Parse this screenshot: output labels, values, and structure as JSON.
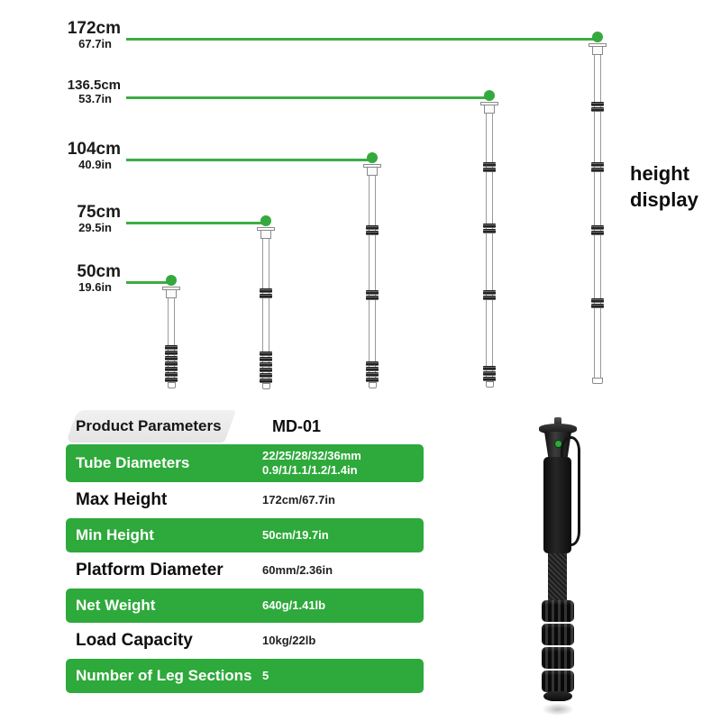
{
  "title": "height\ndisplay",
  "heights": [
    {
      "cm": "172cm",
      "inch": "67.7in"
    },
    {
      "cm": "136.5cm",
      "inch": "53.7in"
    },
    {
      "cm": "104cm",
      "inch": "40.9in"
    },
    {
      "cm": "75cm",
      "inch": "29.5in"
    },
    {
      "cm": "50cm",
      "inch": "19.6in"
    }
  ],
  "table": {
    "header": {
      "label": "Product Parameters",
      "model": "MD-01"
    },
    "rows": [
      {
        "label": "Tube Diameters",
        "value": "22/25/28/32/36mm\n0.9/1/1.1/1.2/1.4in",
        "highlight": true
      },
      {
        "label": "Max Height",
        "value": "172cm/67.7in",
        "highlight": false
      },
      {
        "label": "Min Height",
        "value": "50cm/19.7in",
        "highlight": true
      },
      {
        "label": "Platform Diameter",
        "value": "60mm/2.36in",
        "highlight": false
      },
      {
        "label": "Net Weight",
        "value": "640g/1.41lb",
        "highlight": true
      },
      {
        "label": "Load Capacity",
        "value": "10kg/22lb",
        "highlight": false
      },
      {
        "label": "Number of Leg Sections",
        "value": "5",
        "highlight": true
      }
    ]
  },
  "colors": {
    "row_green": "#2ea93b",
    "line_green": "#3eac45",
    "header_gray": "#ececec",
    "text_dark": "#1b1b1b"
  },
  "product_image": {
    "description": "MD-01 monopod collapsed, black, 5 leg sections, wrist strap"
  }
}
